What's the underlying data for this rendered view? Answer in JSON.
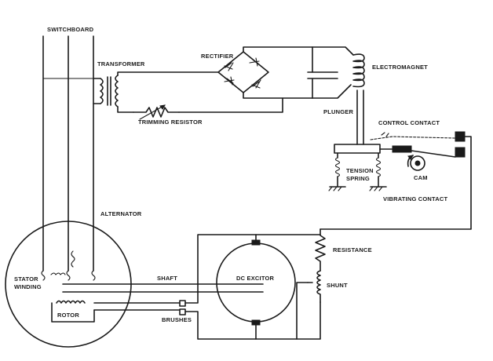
{
  "labels": {
    "switchboard": "SWITCHBOARD",
    "transformer": "TRANSFORMER",
    "rectifier": "RECTIFIER",
    "electromagnet": "ELECTROMAGNET",
    "trimming_resistor": "TRIMMING RESISTOR",
    "plunger": "PLUNGER",
    "control_contact": "CONTROL CONTACT",
    "tension_spring_line1": "TENSION",
    "tension_spring_line2": "SPRING",
    "cam": "CAM",
    "vibrating_contact": "VIBRATING CONTACT",
    "alternator": "ALTERNATOR",
    "resistance": "RESISTANCE",
    "stator_line1": "STATOR",
    "stator_line2": "WINDING",
    "shaft": "SHAFT",
    "dc_excitor": "DC EXCITOR",
    "shunt": "SHUNT",
    "rotor": "ROTOR",
    "brushes": "BRUSHES"
  },
  "colors": {
    "ink": "#1a1a1a",
    "paper": "#ffffff"
  }
}
